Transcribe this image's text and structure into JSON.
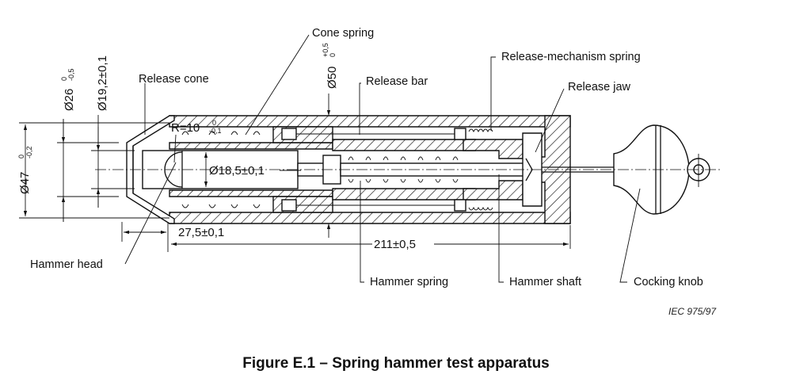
{
  "figure": {
    "caption": "Figure E.1 – Spring hammer test apparatus",
    "reference": "IEC  975/97"
  },
  "labels": {
    "cone_spring": "Cone spring",
    "release_cone": "Release cone",
    "release_bar": "Release bar",
    "release_mechanism_spring": "Release-mechanism spring",
    "release_jaw": "Release jaw",
    "hammer_head": "Hammer head",
    "hammer_spring": "Hammer spring",
    "hammer_shaft": "Hammer shaft",
    "cocking_knob": "Cocking knob"
  },
  "dimensions": {
    "d47": {
      "text": "Ø47",
      "tol_upper": "0",
      "tol_lower": "-0,2"
    },
    "d26": {
      "text": "Ø26",
      "tol_upper": "0",
      "tol_lower": "-0,5"
    },
    "d19_2": {
      "text": "Ø19,2±0,1"
    },
    "d50": {
      "text": "Ø50",
      "tol_upper": "+0,5",
      "tol_lower": "0"
    },
    "r10": {
      "text": "R=10",
      "tol_upper": "0",
      "tol_lower": "-0,1"
    },
    "d18_5": {
      "text": "Ø18,5±0,1"
    },
    "l27_5": {
      "text": "27,5±0,1"
    },
    "l211": {
      "text": "211±0,5"
    }
  }
}
